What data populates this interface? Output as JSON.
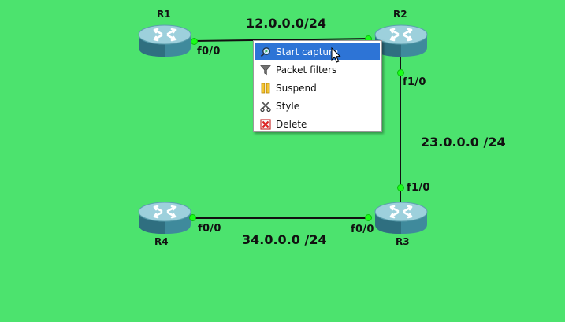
{
  "canvas": {
    "background": "#4ce36e"
  },
  "routers": {
    "r1": {
      "name": "R1"
    },
    "r2": {
      "name": "R2"
    },
    "r3": {
      "name": "R3"
    },
    "r4": {
      "name": "R4"
    }
  },
  "interfaces": {
    "r1_f00": "f0/0",
    "r2_f10": "f1/0",
    "r3_f10": "f1/0",
    "r3_f00": "f0/0",
    "r4_f00": "f0/0"
  },
  "networks": {
    "r1_r2": "12.0.0.0/24",
    "r2_r3": "23.0.0.0 /24",
    "r3_r4": "34.0.0.0 /24"
  },
  "context_menu": {
    "items": [
      {
        "label": "Start capture",
        "icon": "magnifier-capture-icon",
        "selected": true
      },
      {
        "label": "Packet filters",
        "icon": "funnel-filter-icon",
        "selected": false
      },
      {
        "label": "Suspend",
        "icon": "pause-icon",
        "selected": false
      },
      {
        "label": "Style",
        "icon": "scissors-style-icon",
        "selected": false
      },
      {
        "label": "Delete",
        "icon": "delete-x-icon",
        "selected": false
      }
    ]
  },
  "colors": {
    "link": "#111111",
    "port": "#18ff18",
    "router_body": "#4a8ea0",
    "router_top": "#8ec4d2",
    "menu_highlight": "#2d74d6"
  }
}
